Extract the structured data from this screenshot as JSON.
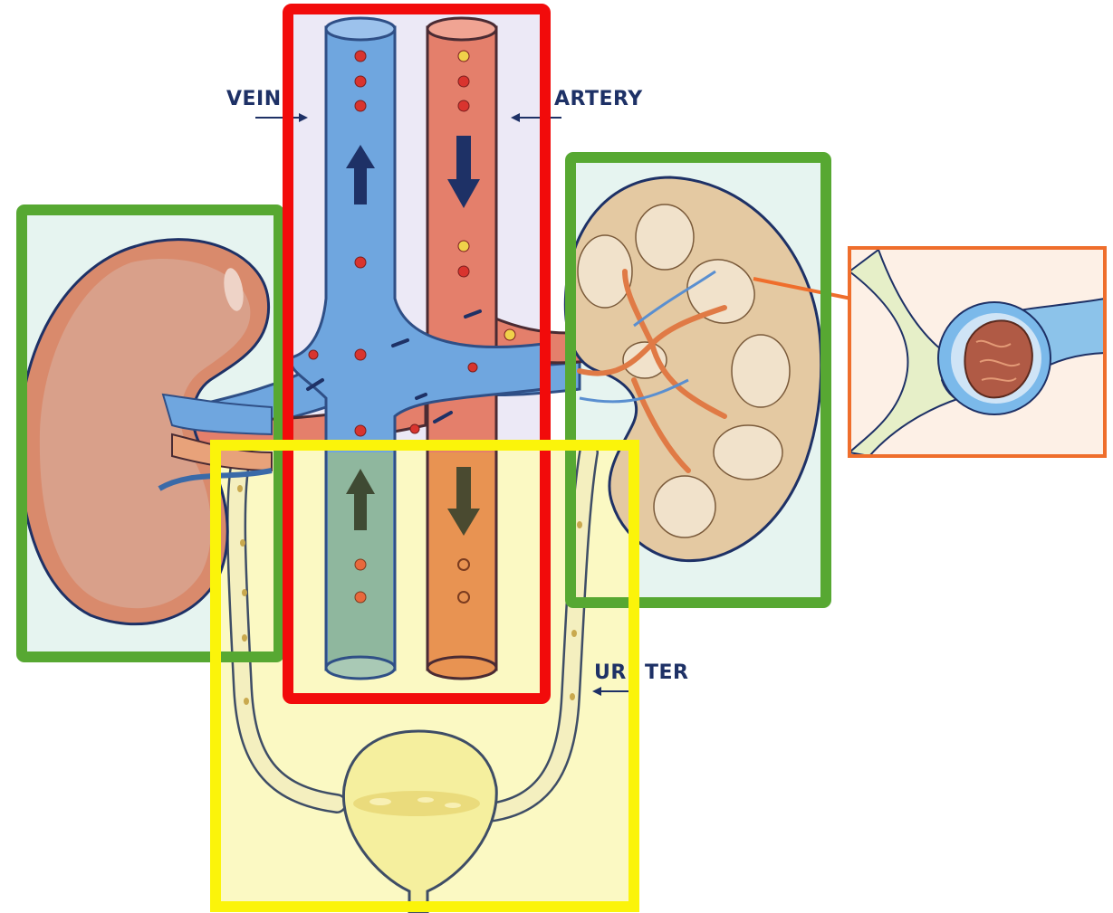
{
  "labels": {
    "vein": "VEIN",
    "artery": "ARTERY",
    "ureter_left": "UR",
    "ureter_right": "TER"
  },
  "colors": {
    "vein_blue": "#6fa6df",
    "artery_red": "#e47f6b",
    "kidney_left": "#d98a6c",
    "kidney_cross_section": "#e4c9a2",
    "ureter_yellow": "#f4efbf",
    "box_red": "#f20b0b",
    "box_green": "#57a832",
    "box_yellow": "#fbf40a",
    "box_orange": "#ef6e2c"
  },
  "highlight_boxes": [
    "red",
    "green",
    "green",
    "yellow",
    "orange"
  ],
  "icons": [
    "up-arrow-icon",
    "down-arrow-icon",
    "left-arrow-icon"
  ]
}
